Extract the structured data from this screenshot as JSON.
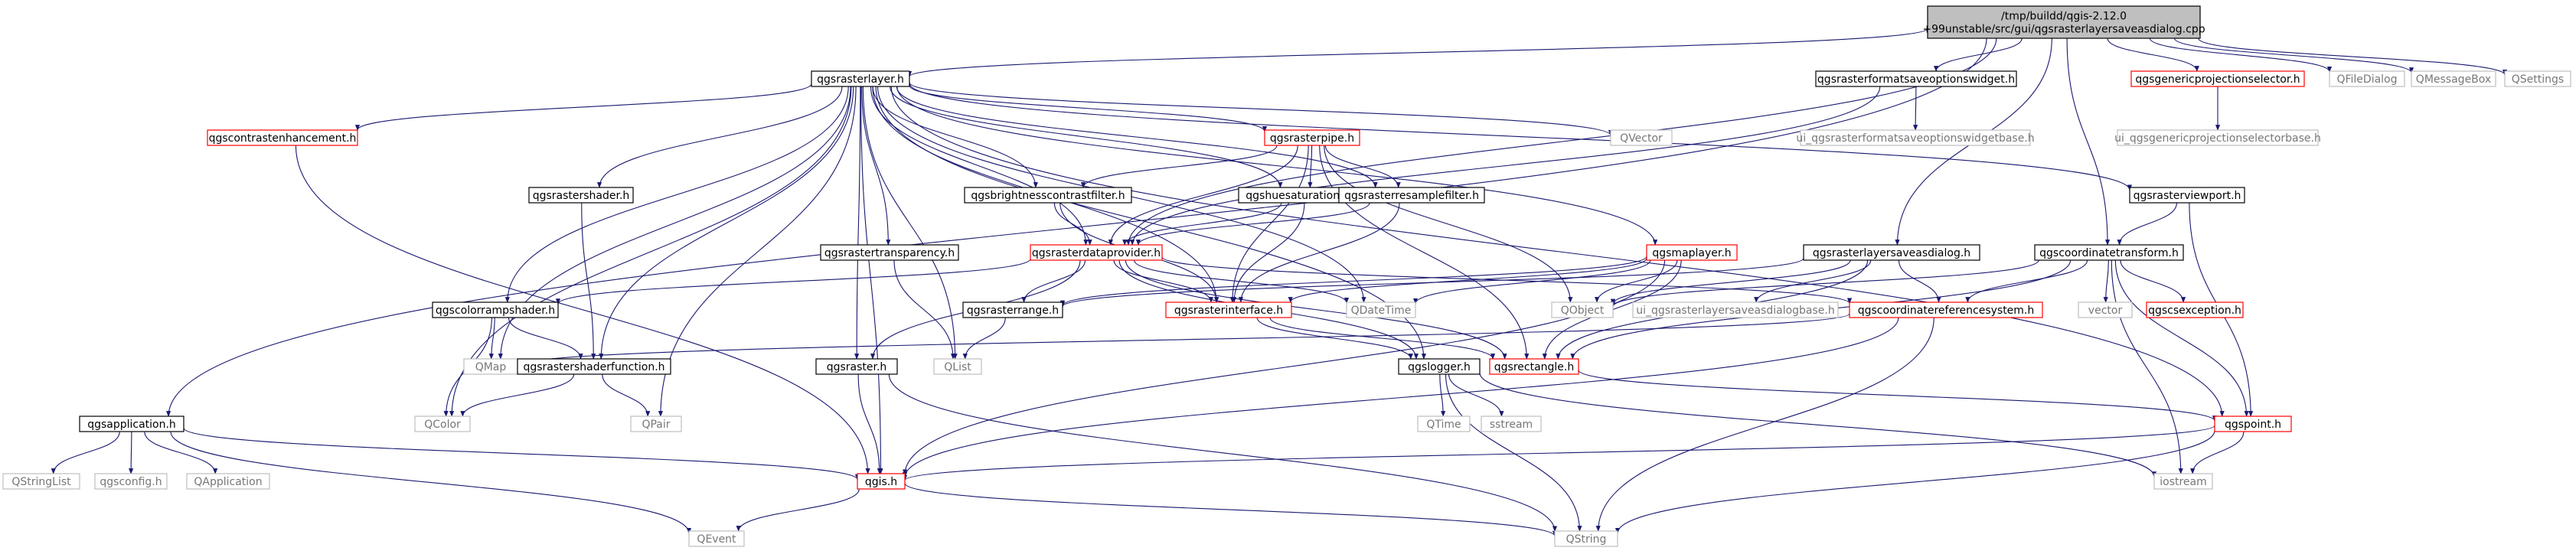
{
  "colors": {
    "edge": "#191970",
    "root_fill": "#bfbfbf",
    "documented_border": "#000000",
    "red_border": "#ff0000",
    "external_border": "#bfbfbf",
    "external_text": "#777777"
  },
  "nodes": [
    {
      "id": "root",
      "lines": [
        "/tmp/buildd/qgis-2.12.0",
        "+99unstable/src/gui/qgsrasterlayersaveasdialog.cpp"
      ],
      "kind": "root"
    },
    {
      "id": "qgsrasterlayer",
      "lines": [
        "qgsrasterlayer.h"
      ],
      "kind": "doc"
    },
    {
      "id": "qgsrasterformatsaveoptionswidget",
      "lines": [
        "qgsrasterformatsaveoptionswidget.h"
      ],
      "kind": "doc"
    },
    {
      "id": "qgsgenericprojectionselector",
      "lines": [
        "qgsgenericprojectionselector.h"
      ],
      "kind": "red"
    },
    {
      "id": "qfiledialog",
      "lines": [
        "QFileDialog"
      ],
      "kind": "ext"
    },
    {
      "id": "qmessagebox",
      "lines": [
        "QMessageBox"
      ],
      "kind": "ext"
    },
    {
      "id": "qsettings",
      "lines": [
        "QSettings"
      ],
      "kind": "ext"
    },
    {
      "id": "qgscontrastenhancement",
      "lines": [
        "qgscontrastenhancement.h"
      ],
      "kind": "red"
    },
    {
      "id": "qgsrasterpipe",
      "lines": [
        "qgsrasterpipe.h"
      ],
      "kind": "red"
    },
    {
      "id": "qvector",
      "lines": [
        "QVector"
      ],
      "kind": "ext"
    },
    {
      "id": "ui_qgsrasterformatsaveoptionswidgetbase",
      "lines": [
        "ui_qgsrasterformatsaveoptionswidgetbase.h"
      ],
      "kind": "ext"
    },
    {
      "id": "ui_qgsgenericprojectionselectorbase",
      "lines": [
        "ui_qgsgenericprojectionselectorbase.h"
      ],
      "kind": "ext"
    },
    {
      "id": "qgsrastershader",
      "lines": [
        "qgsrastershader.h"
      ],
      "kind": "doc"
    },
    {
      "id": "qgsbrightnesscontrastfilter",
      "lines": [
        "qgsbrightnesscontrastfilter.h"
      ],
      "kind": "doc"
    },
    {
      "id": "qgshuesaturationfilter",
      "lines": [
        "qgshuesaturationfilter.h"
      ],
      "kind": "doc"
    },
    {
      "id": "qgsrasterresamplefilter",
      "lines": [
        "qgsrasterresamplefilter.h"
      ],
      "kind": "doc"
    },
    {
      "id": "qgsrasterviewport",
      "lines": [
        "qgsrasterviewport.h"
      ],
      "kind": "doc"
    },
    {
      "id": "qgsrastertransparency",
      "lines": [
        "qgsrastertransparency.h"
      ],
      "kind": "doc"
    },
    {
      "id": "qgsrasterdataprovider",
      "lines": [
        "qgsrasterdataprovider.h"
      ],
      "kind": "red"
    },
    {
      "id": "qgsmaplayer",
      "lines": [
        "qgsmaplayer.h"
      ],
      "kind": "red"
    },
    {
      "id": "qgsrasterlayersaveasdialog",
      "lines": [
        "qgsrasterlayersaveasdialog.h"
      ],
      "kind": "doc"
    },
    {
      "id": "qgscoordinatetransform",
      "lines": [
        "qgscoordinatetransform.h"
      ],
      "kind": "doc"
    },
    {
      "id": "qgscolorrampshader",
      "lines": [
        "qgscolorrampshader.h"
      ],
      "kind": "doc"
    },
    {
      "id": "qgsrasterrange",
      "lines": [
        "qgsrasterrange.h"
      ],
      "kind": "doc"
    },
    {
      "id": "qgsrasterinterface",
      "lines": [
        "qgsrasterinterface.h"
      ],
      "kind": "red"
    },
    {
      "id": "qdatetime",
      "lines": [
        "QDateTime"
      ],
      "kind": "ext"
    },
    {
      "id": "qobject",
      "lines": [
        "QObject"
      ],
      "kind": "ext"
    },
    {
      "id": "ui_qgsrasterlayersaveasdialogbase",
      "lines": [
        "ui_qgsrasterlayersaveasdialogbase.h"
      ],
      "kind": "ext"
    },
    {
      "id": "qgscoordinatereferencesystem",
      "lines": [
        "qgscoordinatereferencesystem.h"
      ],
      "kind": "red"
    },
    {
      "id": "vector",
      "lines": [
        "vector"
      ],
      "kind": "ext"
    },
    {
      "id": "qgscsexception",
      "lines": [
        "qgscsexception.h"
      ],
      "kind": "red"
    },
    {
      "id": "qmap",
      "lines": [
        "QMap"
      ],
      "kind": "ext"
    },
    {
      "id": "qgsrastershaderfunction",
      "lines": [
        "qgsrastershaderfunction.h"
      ],
      "kind": "doc"
    },
    {
      "id": "qgsraster",
      "lines": [
        "qgsraster.h"
      ],
      "kind": "doc"
    },
    {
      "id": "qlist",
      "lines": [
        "QList"
      ],
      "kind": "ext"
    },
    {
      "id": "qgslogger",
      "lines": [
        "qgslogger.h"
      ],
      "kind": "doc"
    },
    {
      "id": "qgsrectangle",
      "lines": [
        "qgsrectangle.h"
      ],
      "kind": "red"
    },
    {
      "id": "qcolor",
      "lines": [
        "QColor"
      ],
      "kind": "ext"
    },
    {
      "id": "qpair",
      "lines": [
        "QPair"
      ],
      "kind": "ext"
    },
    {
      "id": "qtime",
      "lines": [
        "QTime"
      ],
      "kind": "ext"
    },
    {
      "id": "sstream",
      "lines": [
        "sstream"
      ],
      "kind": "ext"
    },
    {
      "id": "qgspoint",
      "lines": [
        "qgspoint.h"
      ],
      "kind": "red"
    },
    {
      "id": "qgsapplication",
      "lines": [
        "qgsapplication.h"
      ],
      "kind": "doc"
    },
    {
      "id": "qstringlist",
      "lines": [
        "QStringList"
      ],
      "kind": "ext"
    },
    {
      "id": "qgsconfig",
      "lines": [
        "qgsconfig.h"
      ],
      "kind": "ext"
    },
    {
      "id": "qapplication",
      "lines": [
        "QApplication"
      ],
      "kind": "ext"
    },
    {
      "id": "qgis",
      "lines": [
        "qgis.h"
      ],
      "kind": "red"
    },
    {
      "id": "iostream",
      "lines": [
        "iostream"
      ],
      "kind": "ext"
    },
    {
      "id": "qevent",
      "lines": [
        "QEvent"
      ],
      "kind": "ext"
    },
    {
      "id": "qstring",
      "lines": [
        "QString"
      ],
      "kind": "ext"
    }
  ],
  "edges": [
    [
      "root",
      "qgsrasterlayer"
    ],
    [
      "root",
      "qgsrasterformatsaveoptionswidget"
    ],
    [
      "root",
      "qgsgenericprojectionselector"
    ],
    [
      "root",
      "qfiledialog"
    ],
    [
      "root",
      "qmessagebox"
    ],
    [
      "root",
      "qsettings"
    ],
    [
      "root",
      "qgsapplication"
    ],
    [
      "root",
      "qgsrasterdataprovider"
    ],
    [
      "root",
      "qgsrasterlayersaveasdialog"
    ],
    [
      "root",
      "qgscoordinatetransform"
    ],
    [
      "qgsrasterlayer",
      "qgscontrastenhancement"
    ],
    [
      "qgsrasterlayer",
      "qgsrasterpipe"
    ],
    [
      "qgsrasterlayer",
      "qvector"
    ],
    [
      "qgsrasterlayer",
      "qgsrastershader"
    ],
    [
      "qgsrasterlayer",
      "qgsbrightnesscontrastfilter"
    ],
    [
      "qgsrasterlayer",
      "qgshuesaturationfilter"
    ],
    [
      "qgsrasterlayer",
      "qgsrasterresamplefilter"
    ],
    [
      "qgsrasterlayer",
      "qgsrasterviewport"
    ],
    [
      "qgsrasterlayer",
      "qgsrastertransparency"
    ],
    [
      "qgsrasterlayer",
      "qgsrasterdataprovider"
    ],
    [
      "qgsrasterlayer",
      "qgsmaplayer"
    ],
    [
      "qgsrasterlayer",
      "qgscolorrampshader"
    ],
    [
      "qgsrasterlayer",
      "qmap"
    ],
    [
      "qgsrasterlayer",
      "qgsrastershaderfunction"
    ],
    [
      "qgsrasterlayer",
      "qgsraster"
    ],
    [
      "qgsrasterlayer",
      "qlist"
    ],
    [
      "qgsrasterlayer",
      "qcolor"
    ],
    [
      "qgsrasterlayer",
      "qpair"
    ],
    [
      "qgsrasterlayer",
      "qgis"
    ],
    [
      "qgsrasterlayer",
      "qgslogger"
    ],
    [
      "qgsrasterlayer",
      "qgsrasterinterface"
    ],
    [
      "qgsrasterlayer",
      "qgspoint"
    ],
    [
      "qgsrasterlayer",
      "qdatetime"
    ],
    [
      "qgsrasterformatsaveoptionswidget",
      "ui_qgsrasterformatsaveoptionswidgetbase"
    ],
    [
      "qgsrasterformatsaveoptionswidget",
      "qgsrasterdataprovider"
    ],
    [
      "qgsgenericprojectionselector",
      "ui_qgsgenericprojectionselectorbase"
    ],
    [
      "qgscontrastenhancement",
      "qgis"
    ],
    [
      "qgsrasterpipe",
      "qgsbrightnesscontrastfilter"
    ],
    [
      "qgsrasterpipe",
      "qgshuesaturationfilter"
    ],
    [
      "qgsrasterpipe",
      "qgsrasterresamplefilter"
    ],
    [
      "qgsrasterpipe",
      "qgsrasterdataprovider"
    ],
    [
      "qgsrasterpipe",
      "qgsrasterinterface"
    ],
    [
      "qgsrasterpipe",
      "qobject"
    ],
    [
      "qgsrasterpipe",
      "qgsrectangle"
    ],
    [
      "qgsrastershader",
      "qgsrastershaderfunction"
    ],
    [
      "qgsbrightnesscontrastfilter",
      "qgsrasterdataprovider"
    ],
    [
      "qgsbrightnesscontrastfilter",
      "qgsrasterinterface"
    ],
    [
      "qgshuesaturationfilter",
      "qgsrasterdataprovider"
    ],
    [
      "qgshuesaturationfilter",
      "qgsrasterinterface"
    ],
    [
      "qgsrasterresamplefilter",
      "qgsrasterdataprovider"
    ],
    [
      "qgsrasterresamplefilter",
      "qgsrasterinterface"
    ],
    [
      "qgsrasterviewport",
      "qgscoordinatetransform"
    ],
    [
      "qgsrasterviewport",
      "qgspoint"
    ],
    [
      "qgsrastertransparency",
      "qlist"
    ],
    [
      "qgsrasterdataprovider",
      "qgscolorrampshader"
    ],
    [
      "qgsrasterdataprovider",
      "qgsrasterrange"
    ],
    [
      "qgsrasterdataprovider",
      "qgsrasterinterface"
    ],
    [
      "qgsrasterdataprovider",
      "qdatetime"
    ],
    [
      "qgsrasterdataprovider",
      "qgscoordinatereferencesystem"
    ],
    [
      "qgsrasterdataprovider",
      "qgsraster"
    ],
    [
      "qgsrasterdataprovider",
      "qgslogger"
    ],
    [
      "qgsrasterdataprovider",
      "qgsrectangle"
    ],
    [
      "qgsmaplayer",
      "qgsrasterinterface"
    ],
    [
      "qgsmaplayer",
      "qdatetime"
    ],
    [
      "qgsmaplayer",
      "qobject"
    ],
    [
      "qgsmaplayer",
      "qgsrectangle"
    ],
    [
      "qgsmaplayer",
      "qgsrasterrange"
    ],
    [
      "qgsmaplayer",
      "qgis"
    ],
    [
      "qgsrasterlayersaveasdialog",
      "ui_qgsrasterlayersaveasdialogbase"
    ],
    [
      "qgsrasterlayersaveasdialog",
      "qgscoordinatereferencesystem"
    ],
    [
      "qgsrasterlayersaveasdialog",
      "qgsrasterrange"
    ],
    [
      "qgsrasterlayersaveasdialog",
      "qgsrectangle"
    ],
    [
      "qgsrasterlayersaveasdialog",
      "qobject"
    ],
    [
      "qgscoordinatetransform",
      "qobject"
    ],
    [
      "qgscoordinatetransform",
      "vector"
    ],
    [
      "qgscoordinatetransform",
      "qgscsexception"
    ],
    [
      "qgscoordinatetransform",
      "qgscoordinatereferencesystem"
    ],
    [
      "qgscoordinatetransform",
      "qgspoint"
    ],
    [
      "qgscoordinatetransform",
      "qgsrectangle"
    ],
    [
      "qgscoordinatetransform",
      "iostream"
    ],
    [
      "qgscolorrampshader",
      "qgsrastershaderfunction"
    ],
    [
      "qgscolorrampshader",
      "qcolor"
    ],
    [
      "qgscolorrampshader",
      "qmap"
    ],
    [
      "qgsrasterrange",
      "qlist"
    ],
    [
      "qgsrasterinterface",
      "qgslogger"
    ],
    [
      "qgsrasterinterface",
      "qgsrectangle"
    ],
    [
      "qgscoordinatereferencesystem",
      "qmap"
    ],
    [
      "qgscoordinatereferencesystem",
      "qgis"
    ],
    [
      "qgscoordinatereferencesystem",
      "qstring"
    ],
    [
      "qgsrastershaderfunction",
      "qcolor"
    ],
    [
      "qgsrastershaderfunction",
      "qpair"
    ],
    [
      "qgsraster",
      "qgis"
    ],
    [
      "qgsraster",
      "qstring"
    ],
    [
      "qgslogger",
      "qtime"
    ],
    [
      "qgslogger",
      "sstream"
    ],
    [
      "qgslogger",
      "qstring"
    ],
    [
      "qgslogger",
      "iostream"
    ],
    [
      "qgsrectangle",
      "qgspoint"
    ],
    [
      "qgspoint",
      "iostream"
    ],
    [
      "qgspoint",
      "qstring"
    ],
    [
      "qgspoint",
      "qgis"
    ],
    [
      "qgsapplication",
      "qstringlist"
    ],
    [
      "qgsapplication",
      "qgsconfig"
    ],
    [
      "qgsapplication",
      "qapplication"
    ],
    [
      "qgsapplication",
      "qgis"
    ],
    [
      "qgsapplication",
      "qevent"
    ],
    [
      "qgis",
      "qevent"
    ],
    [
      "qgis",
      "qstring"
    ]
  ]
}
